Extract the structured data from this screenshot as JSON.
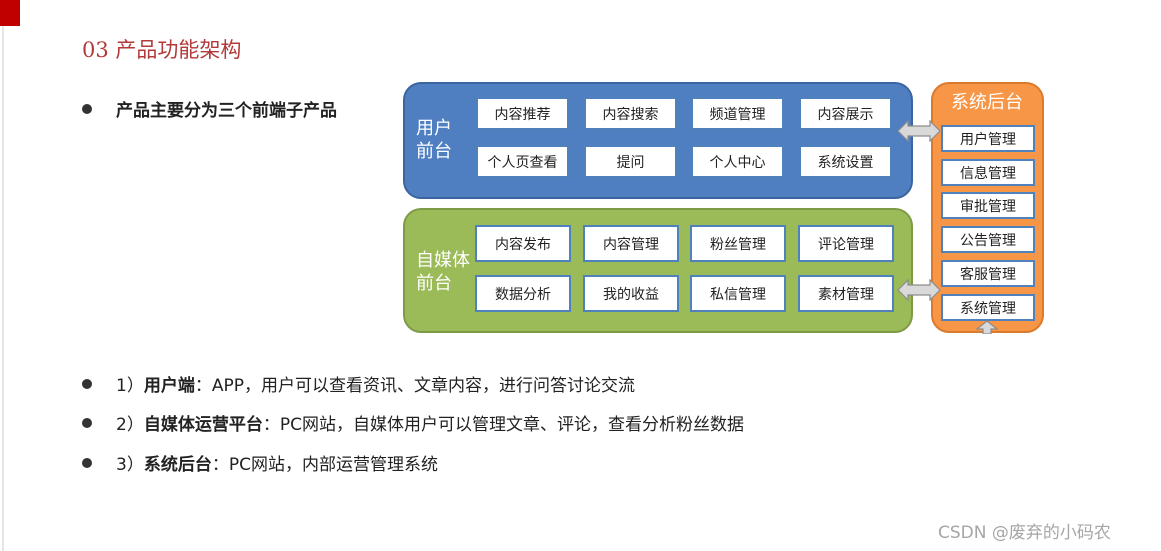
{
  "header": {
    "title": "03  产品功能架构"
  },
  "intro": {
    "text": "产品主要分为三个前端子产品"
  },
  "diagram": {
    "user_front": {
      "label_line1": "用户",
      "label_line2": "前台",
      "items": [
        "内容推荐",
        "内容搜索",
        "频道管理",
        "内容展示",
        "个人页查看",
        "提问",
        "个人中心",
        "系统设置"
      ]
    },
    "media_front": {
      "label_line1": "自媒体",
      "label_line2": "前台",
      "items": [
        "内容发布",
        "内容管理",
        "粉丝管理",
        "评论管理",
        "数据分析",
        "我的收益",
        "私信管理",
        "素材管理"
      ]
    },
    "backend": {
      "title": "系统后台",
      "items": [
        "用户管理",
        "信息管理",
        "审批管理",
        "公告管理",
        "客服管理",
        "系统管理"
      ]
    },
    "colors": {
      "user": "#4f7fc0",
      "media": "#9bbb59",
      "backend": "#f79646"
    }
  },
  "bullets": [
    {
      "prefix": "1）",
      "bold": "用户端",
      "rest": "：APP，用户可以查看资讯、文章内容，进行问答讨论交流"
    },
    {
      "prefix": "2）",
      "bold": "自媒体运营平台",
      "rest": "：PC网站，自媒体用户可以管理文章、评论，查看分析粉丝数据"
    },
    {
      "prefix": "3）",
      "bold": "系统后台",
      "rest": "：PC网站，内部运营管理系统"
    }
  ],
  "watermark": "CSDN @废弃的小码农"
}
